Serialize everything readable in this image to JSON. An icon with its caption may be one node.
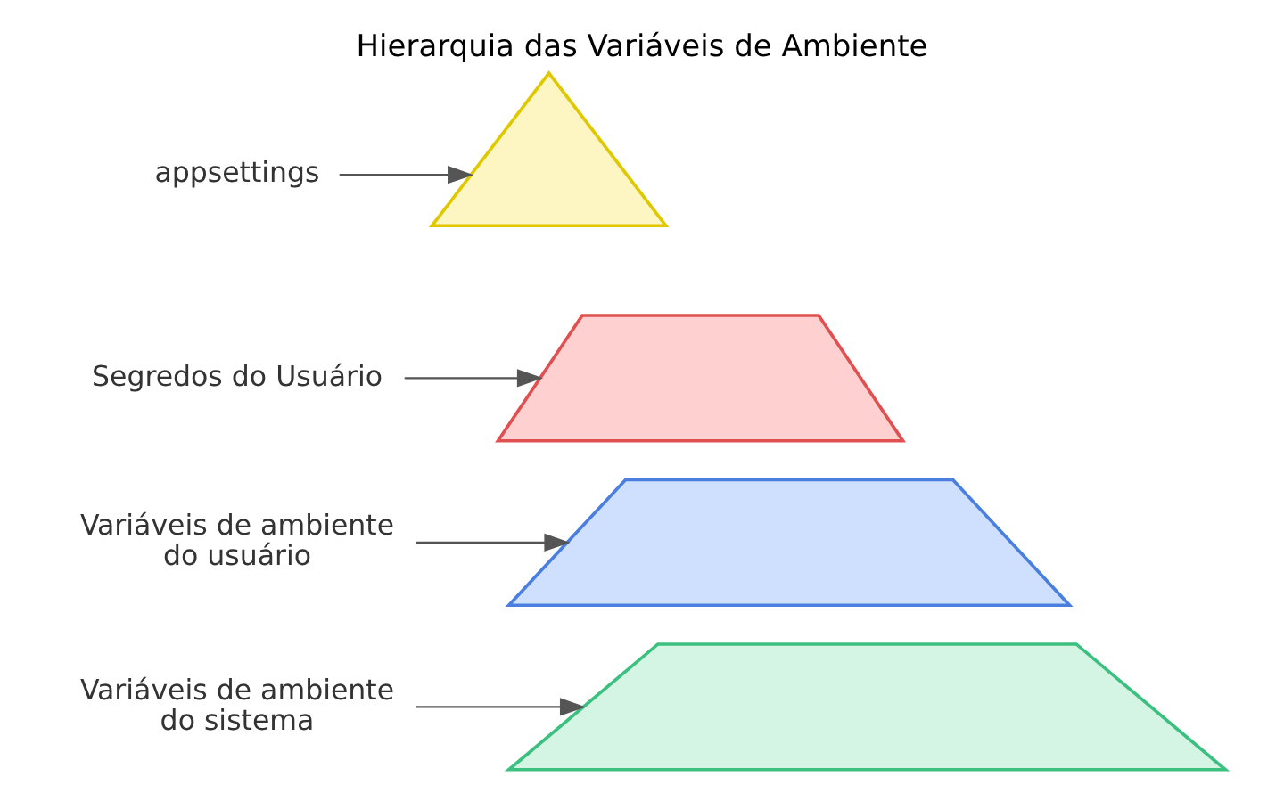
{
  "diagram": {
    "title": "Hierarquia das Variáveis de Ambiente",
    "nodes": [
      {
        "text": [
          "appsettings"
        ]
      },
      {
        "text": [],
        "shape": "triangle"
      },
      {
        "text": [
          "Segredos do Usuário"
        ]
      },
      {
        "text": [],
        "shape": "trapezium"
      },
      {
        "text": [
          "Variáveis de ambiente do usuário"
        ]
      },
      {
        "text": [],
        "shape": "trapezium"
      },
      {
        "text": [
          "Variáveis de ambiente do sistema"
        ]
      },
      {
        "text": [],
        "shape": "trapezium"
      }
    ],
    "edges": [
      {
        "from": 0,
        "to": 1,
        "arrow": "to"
      },
      {
        "from": 2,
        "to": 3,
        "arrow": "to"
      },
      {
        "from": 4,
        "to": 5,
        "arrow": "to"
      },
      {
        "from": 6,
        "to": 7,
        "arrow": "to"
      }
    ]
  }
}
